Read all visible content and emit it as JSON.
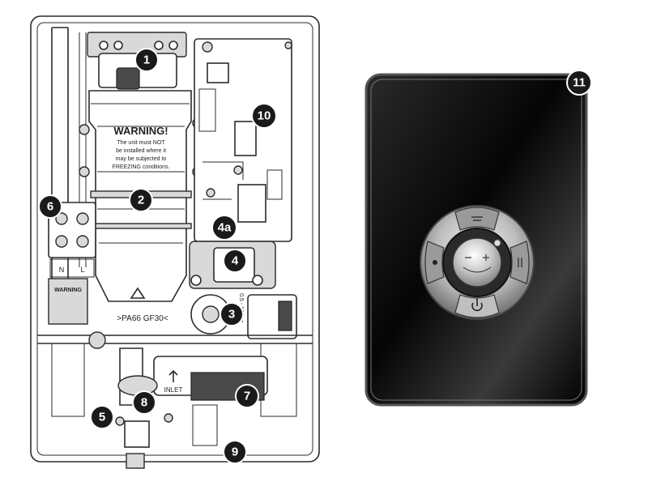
{
  "callouts": [
    {
      "id": "callout-1",
      "label": "1"
    },
    {
      "id": "callout-2",
      "label": "2"
    },
    {
      "id": "callout-3",
      "label": "3"
    },
    {
      "id": "callout-4",
      "label": "4"
    },
    {
      "id": "callout-4a",
      "label": "4a"
    },
    {
      "id": "callout-5",
      "label": "5"
    },
    {
      "id": "callout-6",
      "label": "6"
    },
    {
      "id": "callout-7",
      "label": "7"
    },
    {
      "id": "callout-8",
      "label": "8"
    },
    {
      "id": "callout-9",
      "label": "9"
    },
    {
      "id": "callout-10",
      "label": "10"
    },
    {
      "id": "callout-11",
      "label": "11"
    }
  ],
  "tank_warning": {
    "title": "WARNING!",
    "lines": [
      "The unit must NOT",
      "be installed where it",
      "may be subjected to",
      "FREEZING conditions."
    ]
  },
  "tank_material": ">PA66 GF30<",
  "terminal_labels": {
    "neutral": "N",
    "live": "L"
  },
  "terminal_warning": "WARNING",
  "inlet_label": "INLET",
  "pressure_label": "0.5 - 10 bar",
  "colors": {
    "callout_fill": "#1a1a1a",
    "panel_dark": "#0d0d0d",
    "line": "#2b2b2b"
  },
  "icons": [
    "recycle-icon",
    "power-icon",
    "temperature-up-icon",
    "temperature-down-icon",
    "flow-icon",
    "eco-icon"
  ]
}
